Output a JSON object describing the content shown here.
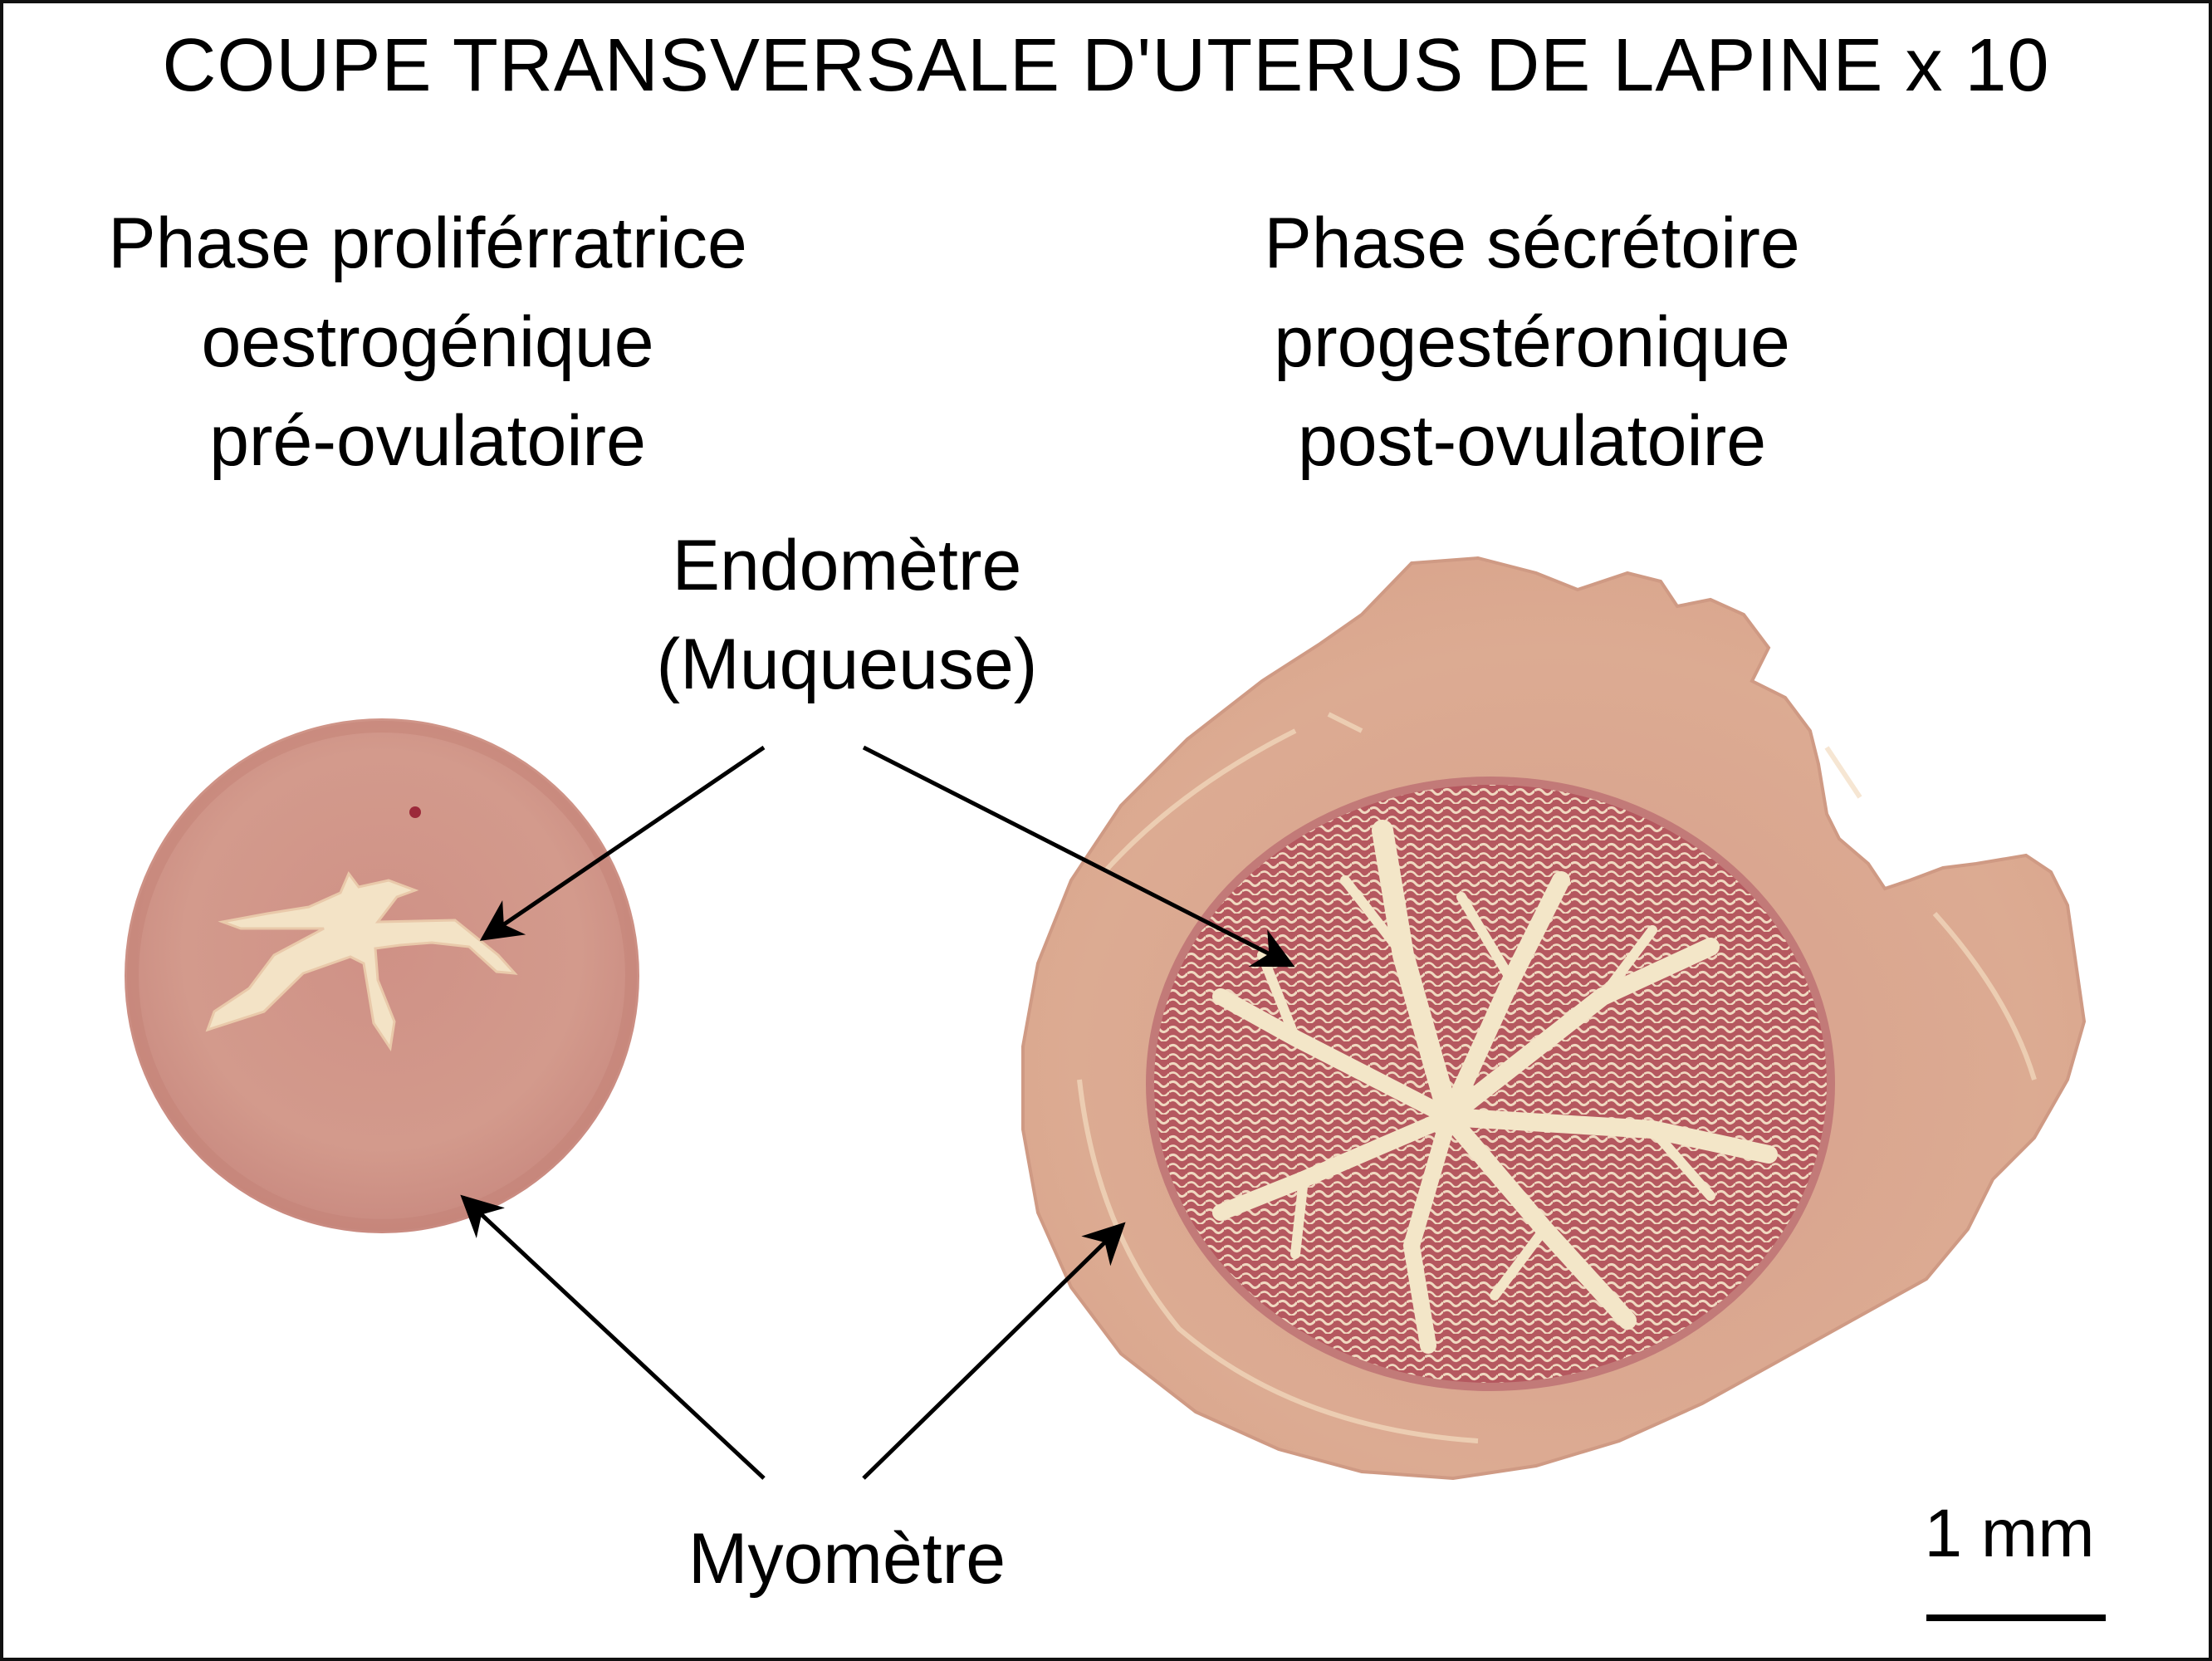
{
  "title": "COUPE TRANSVERSALE D'UTERUS DE LAPINE x 10",
  "left_phase": {
    "lines": [
      "Phase proliférratrice",
      "oestrogénique",
      "pré-ovulatoire"
    ]
  },
  "right_phase": {
    "lines": [
      "Phase sécrétoire",
      "progestéronique",
      "post-ovulatoire"
    ]
  },
  "labels": {
    "endometre_line1": "Endomètre",
    "endometre_line2": "(Muqueuse)",
    "myometre": "Myomètre"
  },
  "scale_bar": {
    "label": "1 mm"
  },
  "colors": {
    "tissue": "#d49a8a",
    "tissue_light": "#e8b8a0",
    "lumen": "#f3e6c8",
    "mucosa": "#b9616a",
    "border": "#111111"
  }
}
